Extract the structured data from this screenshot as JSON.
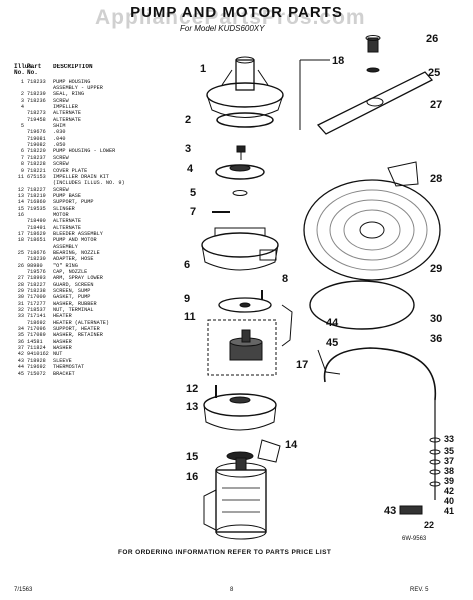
{
  "header": {
    "title": "PUMP AND MOTOR PARTS",
    "watermark": "AppliancePartsPros.com",
    "model_line": "For Model KUDS600XY"
  },
  "legend": {
    "col_illus": "Illus. No.",
    "col_part": "Part No.",
    "col_desc": "DESCRIPTION",
    "rows": [
      {
        "illus": "1",
        "part": "718233",
        "desc": "PUMP HOUSING"
      },
      {
        "illus": "",
        "part": "",
        "desc": "ASSEMBLY - UPPER"
      },
      {
        "illus": "2",
        "part": "718239",
        "desc": "SEAL, RING"
      },
      {
        "illus": "3",
        "part": "718236",
        "desc": "SCREW"
      },
      {
        "illus": "4",
        "part": "",
        "desc": "IMPELLER"
      },
      {
        "illus": "",
        "part": "718273",
        "desc": "ALTERNATE"
      },
      {
        "illus": "",
        "part": "719458",
        "desc": "ALTERNATE"
      },
      {
        "illus": "5",
        "part": "",
        "desc": "SHIM"
      },
      {
        "illus": "",
        "part": "719676",
        "desc": ".030"
      },
      {
        "illus": "",
        "part": "719081",
        "desc": ".040"
      },
      {
        "illus": "",
        "part": "719082",
        "desc": ".050"
      },
      {
        "illus": "6",
        "part": "718220",
        "desc": "PUMP HOUSING - LOWER"
      },
      {
        "illus": "7",
        "part": "718237",
        "desc": "SCREW"
      },
      {
        "illus": "8",
        "part": "718228",
        "desc": "SCREW"
      },
      {
        "illus": "9",
        "part": "718221",
        "desc": "COVER PLATE"
      },
      {
        "illus": "11",
        "part": "675153",
        "desc": "IMPELLER DRAIN KIT"
      },
      {
        "illus": "",
        "part": "",
        "desc": "(INCLUDES ILLUS. NO. 9)"
      },
      {
        "illus": "12",
        "part": "718227",
        "desc": "SCREW"
      },
      {
        "illus": "13",
        "part": "718219",
        "desc": "PUMP BASE"
      },
      {
        "illus": "14",
        "part": "716860",
        "desc": "SUPPORT, PUMP"
      },
      {
        "illus": "15",
        "part": "719535",
        "desc": "SLINGER"
      },
      {
        "illus": "16",
        "part": "",
        "desc": "MOTOR"
      },
      {
        "illus": "",
        "part": "718490",
        "desc": "ALTERNATE"
      },
      {
        "illus": "",
        "part": "718491",
        "desc": "ALTERNATE"
      },
      {
        "illus": "17",
        "part": "718629",
        "desc": "BLEEDER ASSEMBLY"
      },
      {
        "illus": "18",
        "part": "718651",
        "desc": "PUMP AND MOTOR"
      },
      {
        "illus": "",
        "part": "",
        "desc": "ASSEMBLY"
      },
      {
        "illus": "25",
        "part": "718676",
        "desc": "BEARING, NOZZLE"
      },
      {
        "illus": "",
        "part": "718230",
        "desc": "ADAPTER, HOSE"
      },
      {
        "illus": "26",
        "part": "98980",
        "desc": "\"O\" RING"
      },
      {
        "illus": "",
        "part": "719576",
        "desc": "CAP, NOZZLE"
      },
      {
        "illus": "27",
        "part": "718993",
        "desc": "ARM, SPRAY LOWER"
      },
      {
        "illus": "28",
        "part": "718227",
        "desc": "GUARD, SCREEN"
      },
      {
        "illus": "29",
        "part": "718238",
        "desc": "SCREEN, SUMP"
      },
      {
        "illus": "30",
        "part": "717000",
        "desc": "GASKET, PUMP"
      },
      {
        "illus": "31",
        "part": "717277",
        "desc": "WASHER, RUBBER"
      },
      {
        "illus": "32",
        "part": "718537",
        "desc": "NUT, TERMINAL"
      },
      {
        "illus": "33",
        "part": "717141",
        "desc": "HEATER"
      },
      {
        "illus": "",
        "part": "718692",
        "desc": "HEATER (ALTERNATE)"
      },
      {
        "illus": "34",
        "part": "717096",
        "desc": "SUPPORT, HEATER"
      },
      {
        "illus": "35",
        "part": "717089",
        "desc": "WASHER, RETAINER"
      },
      {
        "illus": "36",
        "part": "14581",
        "desc": "WASHER"
      },
      {
        "illus": "37",
        "part": "711824",
        "desc": "WASHER"
      },
      {
        "illus": "42",
        "part": "9410162",
        "desc": "NUT"
      },
      {
        "illus": "43",
        "part": "718928",
        "desc": "SLEEVE"
      },
      {
        "illus": "44",
        "part": "719692",
        "desc": "THERMOSTAT"
      },
      {
        "illus": "45",
        "part": "715072",
        "desc": "BRACKET"
      }
    ]
  },
  "callouts": {
    "left": [
      "1",
      "2",
      "3",
      "4",
      "5",
      "7",
      "6",
      "8",
      "9",
      "11",
      "12",
      "13",
      "14",
      "15",
      "16",
      "17"
    ],
    "top_right": [
      "18",
      "26",
      "25",
      "27",
      "28",
      "29",
      "30",
      "36"
    ],
    "right_stack": [
      "33",
      "35",
      "37",
      "38",
      "39",
      "42",
      "40",
      "41",
      "22"
    ],
    "extra": [
      "44",
      "45",
      "43"
    ]
  },
  "diagram_code": "6W-9563",
  "footer": {
    "ordering_note": "FOR ORDERING INFORMATION REFER TO PARTS PRICE LIST",
    "left_code": "7/1563",
    "page_number": "8",
    "revision": "REV. 5"
  }
}
